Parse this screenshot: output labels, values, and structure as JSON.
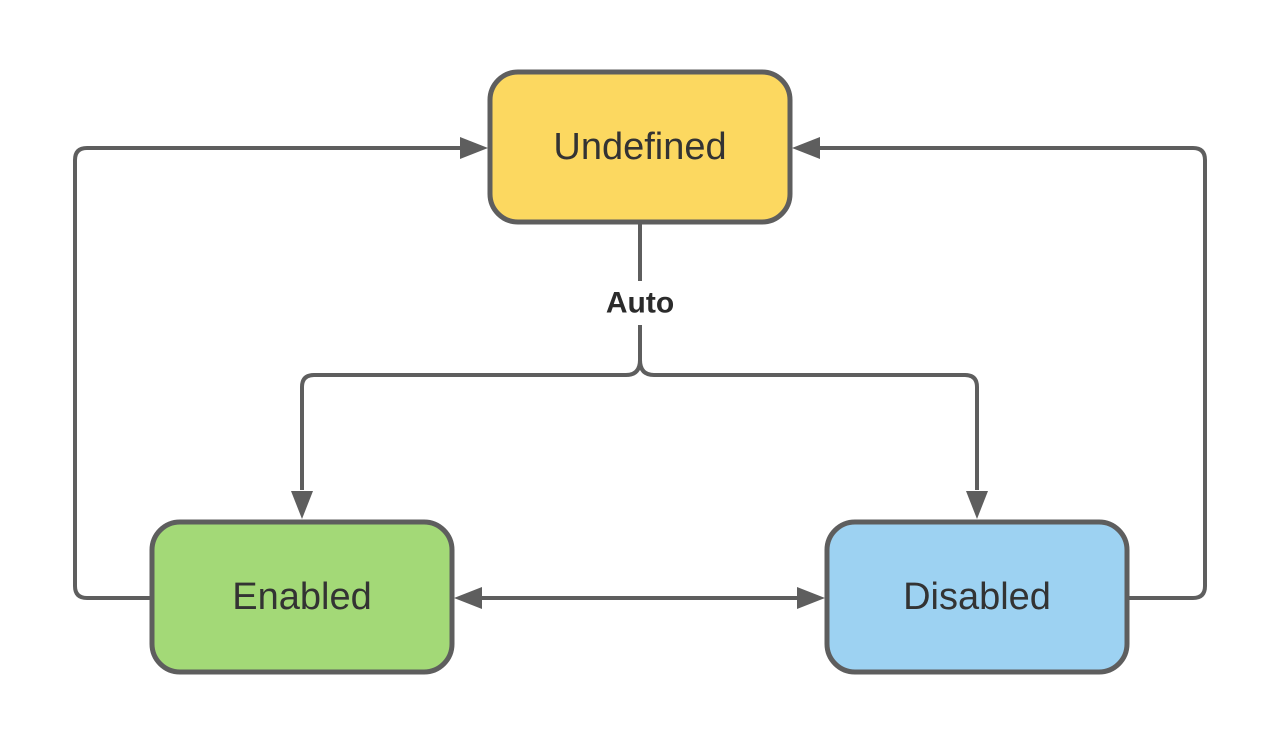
{
  "diagram": {
    "nodes": {
      "undefined": {
        "label": "Undefined",
        "fill": "#FCD860"
      },
      "enabled": {
        "label": "Enabled",
        "fill": "#A3D977"
      },
      "disabled": {
        "label": "Disabled",
        "fill": "#9DD2F2"
      }
    },
    "edges": {
      "auto_label": "Auto"
    },
    "colors": {
      "line": "#5E5E5E",
      "node_text": "#333333",
      "edge_label_text": "#2B2B2B",
      "label_background": "#FFFFFF",
      "background": "#FFFFFF"
    }
  }
}
